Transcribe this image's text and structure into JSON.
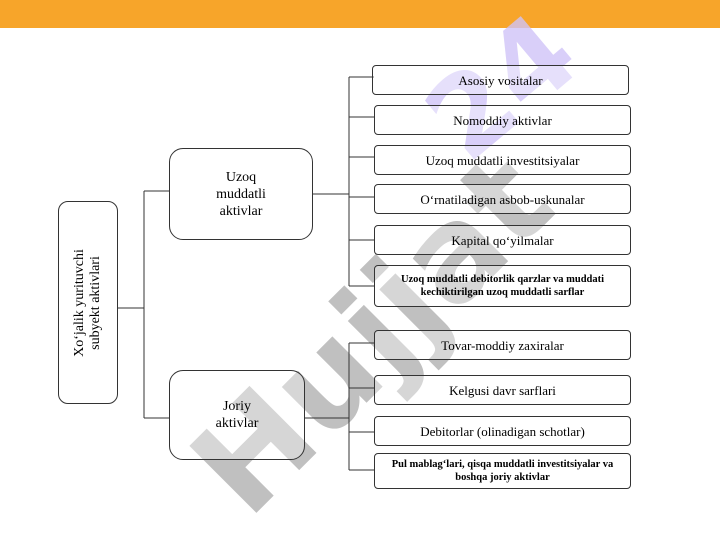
{
  "colors": {
    "accent_bar": "#f7a52a",
    "watermark": "#cfc3f7",
    "watermark_dark": "#a7a7a7"
  },
  "watermark": {
    "text_main": "Hujjat",
    "text_number": "24"
  },
  "root": {
    "line1": "Xo‘jalik yurituvchi",
    "line2": "subyekt aktivlari"
  },
  "long_term": {
    "title_lines": [
      "Uzoq",
      "muddatli",
      "aktivlar"
    ],
    "items": [
      "Asosiy vositalar",
      "Nomoddiy aktivlar",
      "Uzoq muddatli investitsiyalar",
      "O‘rnatiladigan asbob-uskunalar",
      "Kapital qo‘yilmalar",
      "Uzoq muddatli debitorlik qarzlar va muddati kechiktirilgan uzoq muddatli sarflar"
    ]
  },
  "current": {
    "title_lines": [
      "Joriy",
      "aktivlar"
    ],
    "items": [
      "Tovar-moddiy zaxiralar",
      "Kelgusi davr sarflari",
      "Debitorlar (olinadigan schotlar)",
      "Pul mablag‘lari, qisqa muddatli investitsiyalar va boshqa joriy aktivlar"
    ]
  }
}
